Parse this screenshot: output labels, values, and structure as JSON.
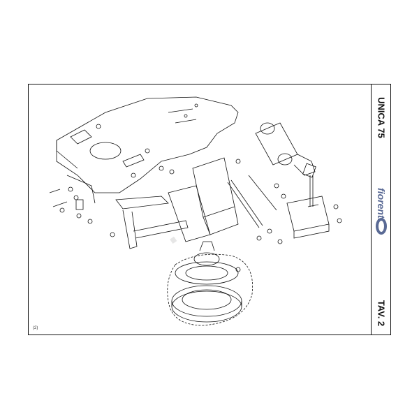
{
  "sheet": {
    "model_title": "UNICA 75",
    "table_label": "TAV. 2",
    "brand": "fiorentini",
    "page_number": "(2)"
  },
  "colors": {
    "line": "#111111",
    "brand": "#5a6a95",
    "watermark": "#e6e6e6"
  }
}
